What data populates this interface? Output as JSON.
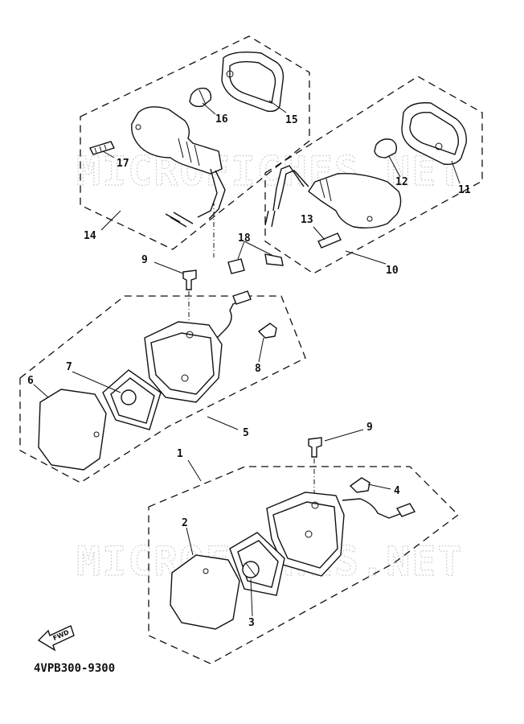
{
  "diagram_code": "4VPB300-9300",
  "watermark": "MICROFICHES.NET",
  "fwd_label": "FWD",
  "callouts": {
    "c1": "1",
    "c2": "2",
    "c3": "3",
    "c4": "4",
    "c5": "5",
    "c6": "6",
    "c7": "7",
    "c8": "8",
    "c9a": "9",
    "c9b": "9",
    "c10": "10",
    "c11": "11",
    "c12": "12",
    "c13": "13",
    "c14": "14",
    "c15": "15",
    "c16": "16",
    "c17": "17",
    "c18": "18"
  }
}
